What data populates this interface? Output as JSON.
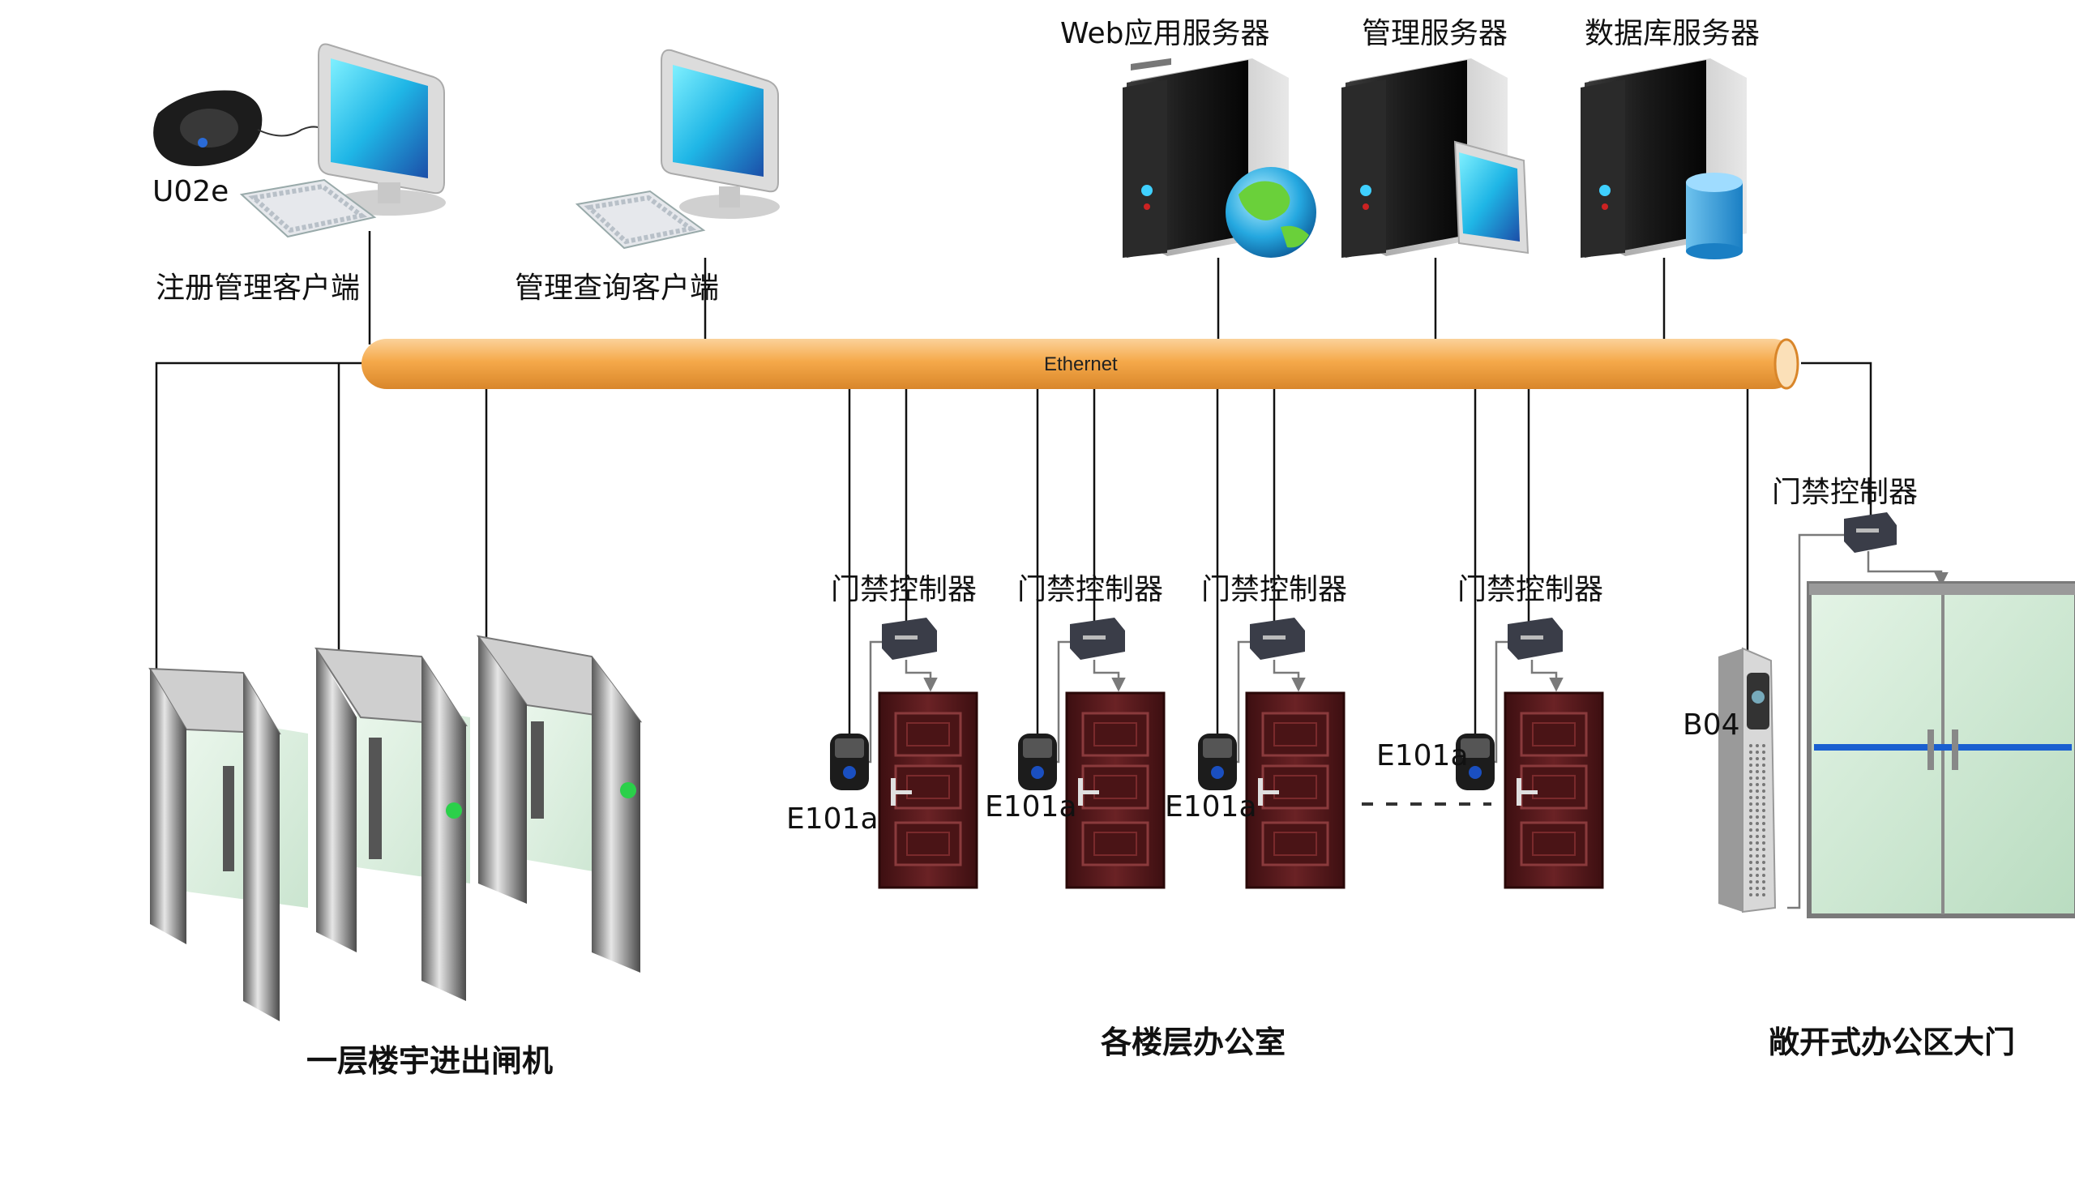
{
  "network": {
    "backbone_label": "Ethernet"
  },
  "clients": {
    "registration_reader_model": "U02e",
    "registration_client": "注册管理客户端",
    "query_client": "管理查询客户端"
  },
  "servers": {
    "web": "Web应用服务器",
    "management": "管理服务器",
    "database": "数据库服务器"
  },
  "offices": {
    "controller_label": "门禁控制器",
    "reader_model": "E101a",
    "section_title": "各楼层办公室"
  },
  "lobby": {
    "section_title": "一层楼宇进出闸机"
  },
  "main_door": {
    "controller_label": "门禁控制器",
    "reader_model": "B04",
    "section_title": "敞开式办公区大门"
  },
  "colors": {
    "pipe": "#f5a94a",
    "door": "#5a1a1c",
    "glass": "#cfe8d2",
    "monitor": "#1fb6e6",
    "server": "#1a1a1a",
    "line": "#111111"
  }
}
